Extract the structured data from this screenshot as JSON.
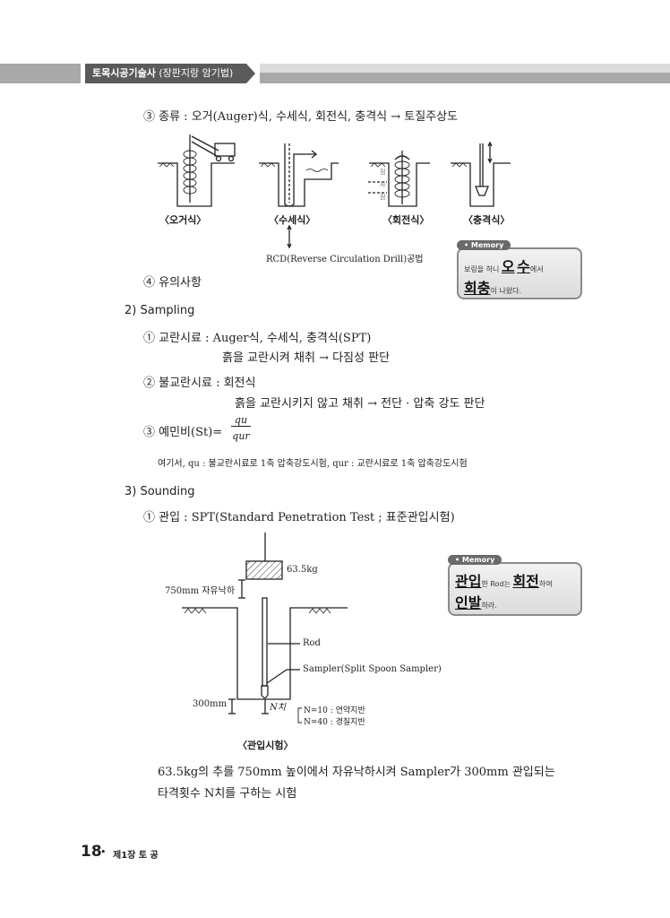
{
  "header": {
    "book_title": "토목시공기술사",
    "book_subtitle": "(장판지랑 암기법)"
  },
  "types": {
    "line": "③ 종류 : 오거(Auger)식, 수세식, 회전식, 충격식 → 토질주상도",
    "captions": [
      "〈오거식〉",
      "〈수세식〉",
      "〈회전식〉",
      "〈충격식〉"
    ],
    "layer_labels": [
      "점",
      "사",
      "점"
    ],
    "rcd": "RCD(Reverse Circulation Drill)공법"
  },
  "caution": "④ 유의사항",
  "memory1": {
    "tag": "Memory",
    "pre": "보링을 하니 ",
    "big1": "오",
    "big2": "수",
    "post1": "에서",
    "big3": "회",
    "big4": "충",
    "post2": "이 나왔다."
  },
  "sampling": {
    "heading": "2) Sampling",
    "item1": "① 교란시료 : Auger식, 수세식, 충격식(SPT)",
    "item1_sub": "흙을 교란시켜 채취 → 다짐성 판단",
    "item2": "② 불교란시료 : 회전식",
    "item2_sub": "흙을 교란시키지 않고 채취 → 전단 · 압축 강도 판단",
    "item3_label": "③ 예민비(St)=",
    "numerator": "qu",
    "denominator": "qur",
    "note": "여기서, qu : 불교란시료로 1축 압축강도시험, qur : 교란시료로 1축 압축강도시험"
  },
  "sounding": {
    "heading": "3) Sounding",
    "item1": "① 관입 : SPT(Standard Penetration Test ; 표준관입시험)",
    "diagram": {
      "weight": "63.5kg",
      "drop": "750mm 자유낙하",
      "rod": "Rod",
      "sampler": "Sampler(Split Spoon Sampler)",
      "depth": "300mm",
      "n_value": "N치",
      "n10": "N=10 : 연약지반",
      "n40": "N=40 : 경질지반",
      "caption": "〈관입시험〉"
    },
    "desc1": "63.5kg의 추를 750mm 높이에서 자유낙하시켜 Sampler가 300mm 관입되는",
    "desc2": "타격횟수 N치를 구하는 시험"
  },
  "memory2": {
    "tag": "Memory",
    "big1": "관입",
    "mid1": "한 Rod는 ",
    "big2": "회전",
    "post1": "하여",
    "big3": "인발",
    "post2": "하라."
  },
  "footer": {
    "page": "18",
    "dot": "•",
    "chapter": "제1장  토 공"
  }
}
